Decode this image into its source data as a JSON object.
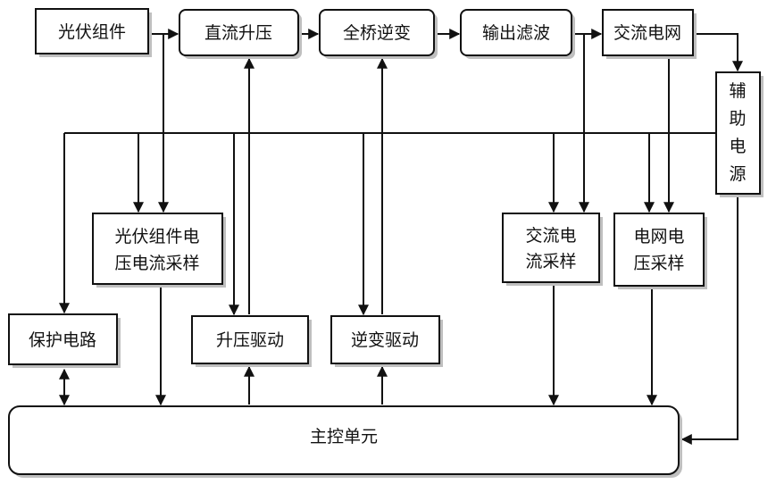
{
  "blocks": {
    "pv_module": "光伏组件",
    "dc_boost": "直流升压",
    "full_bridge_inverter": "全桥逆变",
    "output_filter": "输出滤波",
    "ac_grid": "交流电网",
    "aux_power": [
      "辅",
      "助",
      "电",
      "源"
    ],
    "pv_sampling": [
      "光伏组件电",
      "压电流采样"
    ],
    "ac_current_sampling": [
      "交流电",
      "流采样"
    ],
    "grid_voltage_sampling": [
      "电网电",
      "压采样"
    ],
    "protection_circuit": "保护电路",
    "boost_drive": "升压驱动",
    "inverter_drive": "逆变驱动",
    "main_control": "主控单元"
  }
}
